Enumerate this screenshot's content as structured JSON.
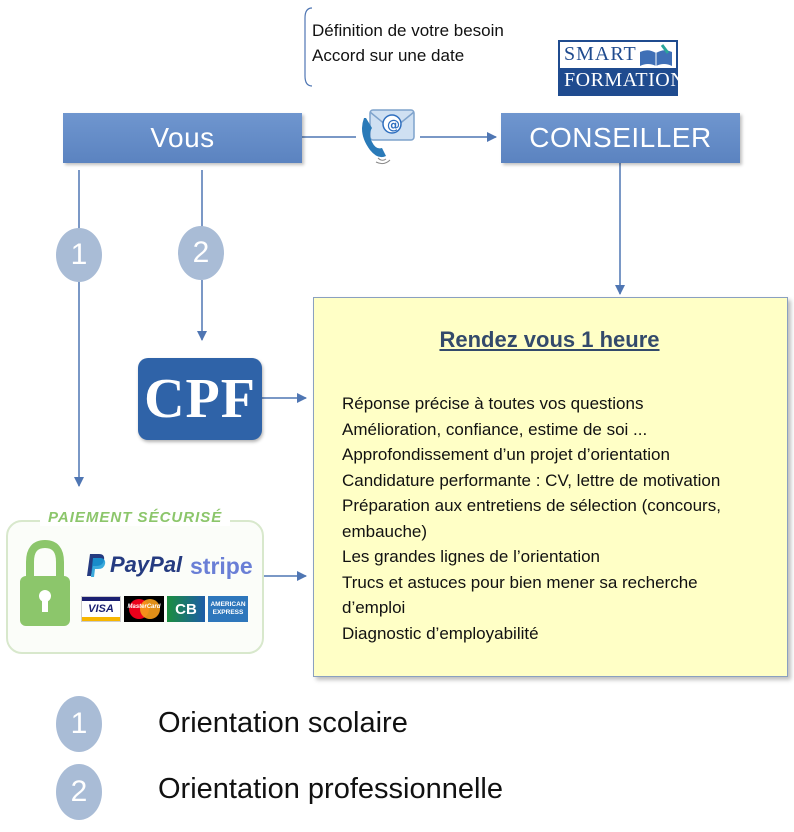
{
  "note": {
    "line1": "Définition de votre besoin",
    "line2": "Accord sur une date"
  },
  "logo_smart": {
    "line1": "SMART",
    "line2": "FORMATION"
  },
  "boxes": {
    "vous": "Vous",
    "conseiller": "CONSEILLER"
  },
  "steps": {
    "step1": "1",
    "step2": "2"
  },
  "cpf_label": "CPF",
  "payment": {
    "header": "PAIEMENT SÉCURISÉ",
    "paypal": "PayPal",
    "stripe": "stripe",
    "cards": [
      "VISA",
      "MasterCard",
      "CB",
      "AMERICAN EXPRESS"
    ]
  },
  "rendezvous": {
    "title": "Rendez vous 1 heure",
    "items": [
      "Réponse précise à toutes vos questions",
      "Amélioration, confiance, estime de soi ...",
      "Approfondissement d’un projet d’orientation",
      "Candidature performante : CV, lettre de motivation",
      "Préparation aux entretiens de sélection (concours, embauche)",
      "Les grandes lignes de l’orientation",
      "Trucs et astuces pour bien mener sa recherche d’emploi",
      "Diagnostic d’employabilité"
    ]
  },
  "legend": [
    {
      "number": "1",
      "label": "Orientation scolaire"
    },
    {
      "number": "2",
      "label": "Orientation professionnelle"
    }
  ],
  "colors": {
    "box_blue": "#5b83c0",
    "circle_gray_blue": "#a9bcd6",
    "main_box_yellow": "#ffffc6",
    "cpf_blue": "#2f63a8",
    "payment_green": "#8cc66b"
  }
}
